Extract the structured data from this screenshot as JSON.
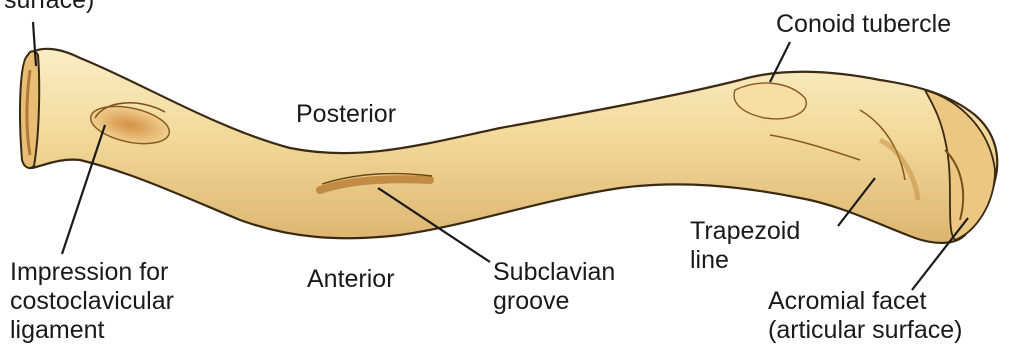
{
  "labels": {
    "top_left_fragment": "surface)",
    "conoid_tubercle": "Conoid tubercle",
    "posterior": "Posterior",
    "anterior": "Anterior",
    "trapezoid_line": [
      "Trapezoid",
      "line"
    ],
    "impression": [
      "Impression for",
      "costoclavicular",
      "ligament"
    ],
    "subclavian_groove": [
      "Subclavian",
      "groove"
    ],
    "acromial_facet": [
      "Acromial facet",
      "(articular surface)"
    ]
  },
  "colors": {
    "bone_fill": "#f2d99a",
    "bone_highlight": "#fbedc6",
    "bone_shadow": "#d9a85a",
    "bone_outline": "#3a2a14",
    "impression_fill": "#e2a75e",
    "leader_line": "#1a1a1a",
    "text": "#1a1a1a"
  }
}
